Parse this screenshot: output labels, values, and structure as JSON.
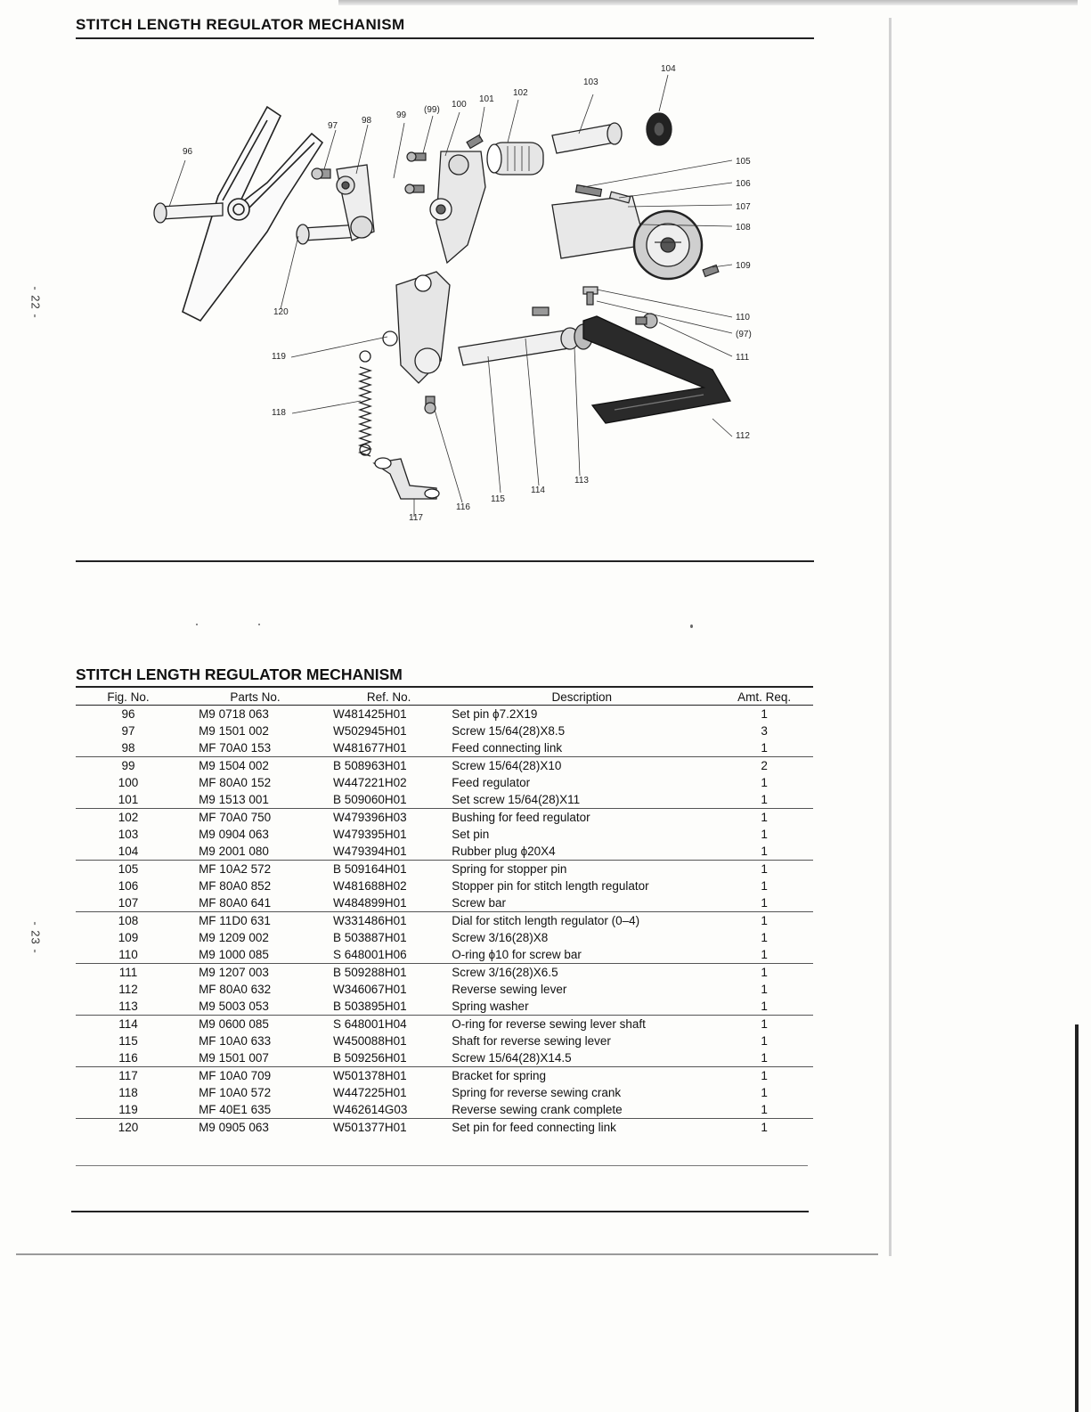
{
  "header": {
    "title": "STITCH LENGTH REGULATOR MECHANISM"
  },
  "side_numbers": [
    "- 22 -",
    "- 23 -"
  ],
  "diagram": {
    "callouts": [
      "96",
      "97",
      "98",
      "99",
      "(99)",
      "100",
      "101",
      "102",
      "103",
      "104",
      "105",
      "106",
      "107",
      "108",
      "109",
      "110",
      "(97)",
      "111",
      "112",
      "113",
      "114",
      "115",
      "116",
      "117",
      "118",
      "119",
      "120"
    ]
  },
  "parts_table": {
    "title": "STITCH LENGTH REGULATOR MECHANISM",
    "columns": [
      "Fig. No.",
      "Parts No.",
      "Ref. No.",
      "Description",
      "Amt. Req."
    ],
    "rows": [
      {
        "fig": "96",
        "part": "M9 0718 063",
        "ref": "W481425H01",
        "desc": "Set pin ϕ7.2X19",
        "amt": "1"
      },
      {
        "fig": "97",
        "part": "M9 1501 002",
        "ref": "W502945H01",
        "desc": "Screw 15/64(28)X8.5",
        "amt": "3"
      },
      {
        "fig": "98",
        "part": "MF 70A0 153",
        "ref": "W481677H01",
        "desc": "Feed connecting link",
        "amt": "1"
      },
      {
        "fig": "99",
        "part": "M9 1504 002",
        "ref": "B 508963H01",
        "desc": "Screw 15/64(28)X10",
        "amt": "2"
      },
      {
        "fig": "100",
        "part": "MF 80A0 152",
        "ref": "W447221H02",
        "desc": "Feed regulator",
        "amt": "1"
      },
      {
        "fig": "101",
        "part": "M9 1513 001",
        "ref": "B 509060H01",
        "desc": "Set screw 15/64(28)X11",
        "amt": "1"
      },
      {
        "fig": "102",
        "part": "MF 70A0 750",
        "ref": "W479396H03",
        "desc": "Bushing for feed regulator",
        "amt": "1"
      },
      {
        "fig": "103",
        "part": "M9 0904 063",
        "ref": "W479395H01",
        "desc": "Set pin",
        "amt": "1"
      },
      {
        "fig": "104",
        "part": "M9 2001 080",
        "ref": "W479394H01",
        "desc": "Rubber plug ϕ20X4",
        "amt": "1"
      },
      {
        "fig": "105",
        "part": "MF 10A2 572",
        "ref": "B 509164H01",
        "desc": "Spring for stopper pin",
        "amt": "1"
      },
      {
        "fig": "106",
        "part": "MF 80A0 852",
        "ref": "W481688H02",
        "desc": "Stopper pin for stitch length regulator",
        "amt": "1"
      },
      {
        "fig": "107",
        "part": "MF 80A0 641",
        "ref": "W484899H01",
        "desc": "Screw bar",
        "amt": "1"
      },
      {
        "fig": "108",
        "part": "MF 11D0 631",
        "ref": "W331486H01",
        "desc": "Dial for stitch length regulator (0–4)",
        "amt": "1"
      },
      {
        "fig": "109",
        "part": "M9 1209 002",
        "ref": "B 503887H01",
        "desc": "Screw 3/16(28)X8",
        "amt": "1"
      },
      {
        "fig": "110",
        "part": "M9 1000 085",
        "ref": "S 648001H06",
        "desc": "O-ring ϕ10 for screw bar",
        "amt": "1"
      },
      {
        "fig": "111",
        "part": "M9 1207 003",
        "ref": "B 509288H01",
        "desc": "Screw 3/16(28)X6.5",
        "amt": "1"
      },
      {
        "fig": "112",
        "part": "MF 80A0 632",
        "ref": "W346067H01",
        "desc": "Reverse sewing lever",
        "amt": "1"
      },
      {
        "fig": "113",
        "part": "M9 5003 053",
        "ref": "B 503895H01",
        "desc": "Spring washer",
        "amt": "1"
      },
      {
        "fig": "114",
        "part": "M9 0600 085",
        "ref": "S 648001H04",
        "desc": "O-ring for reverse sewing lever shaft",
        "amt": "1"
      },
      {
        "fig": "115",
        "part": "MF 10A0 633",
        "ref": "W450088H01",
        "desc": "Shaft for reverse sewing lever",
        "amt": "1"
      },
      {
        "fig": "116",
        "part": "M9 1501 007",
        "ref": "B 509256H01",
        "desc": "Screw 15/64(28)X14.5",
        "amt": "1"
      },
      {
        "fig": "117",
        "part": "MF 10A0 709",
        "ref": "W501378H01",
        "desc": "Bracket for spring",
        "amt": "1"
      },
      {
        "fig": "118",
        "part": "MF 10A0 572",
        "ref": "W447225H01",
        "desc": "Spring for reverse sewing crank",
        "amt": "1"
      },
      {
        "fig": "119",
        "part": "MF 40E1 635",
        "ref": "W462614G03",
        "desc": "Reverse sewing crank complete",
        "amt": "1"
      },
      {
        "fig": "120",
        "part": "M9 0905 063",
        "ref": "W501377H01",
        "desc": "Set pin for feed connecting link",
        "amt": "1"
      }
    ]
  }
}
